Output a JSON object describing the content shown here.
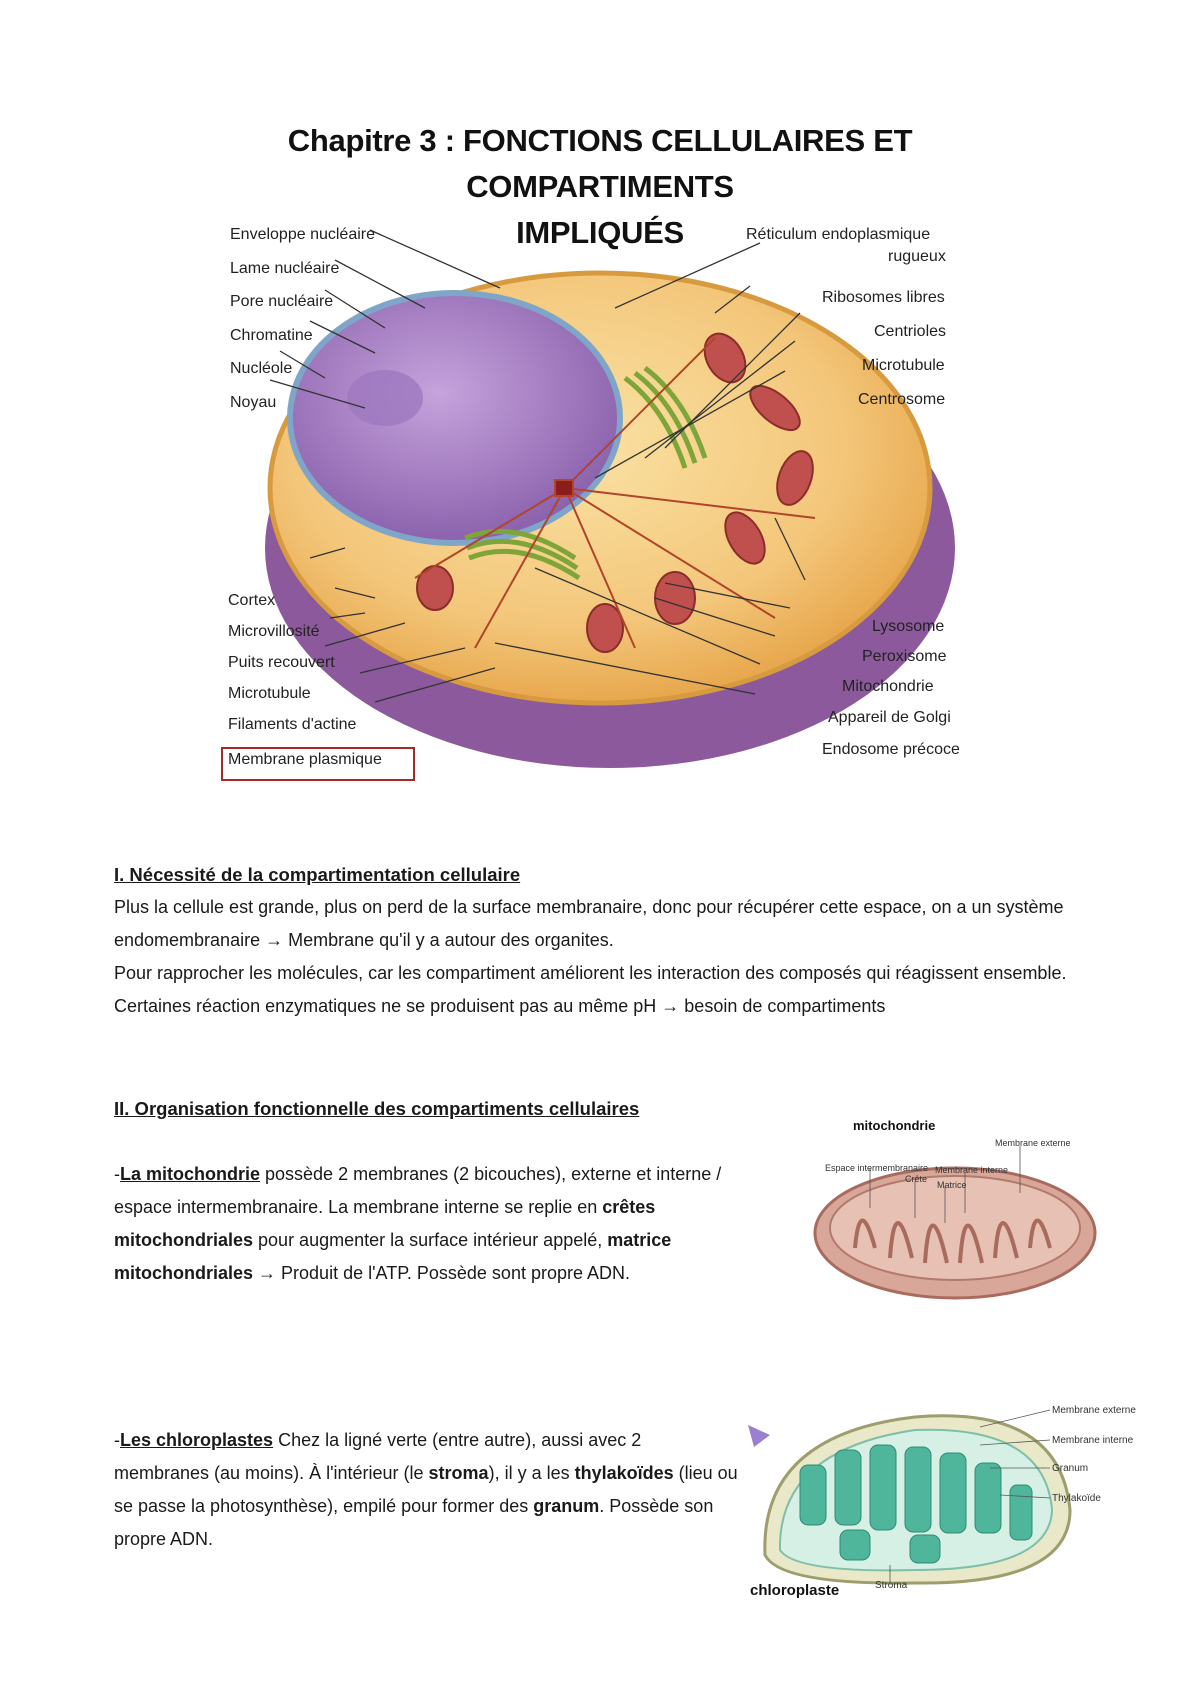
{
  "title": {
    "line1": "Chapitre 3 : FONCTIONS CELLULAIRES ET COMPARTIMENTS",
    "line2": "IMPLIQUÉS"
  },
  "cell_labels": {
    "left": [
      "Enveloppe nucléaire",
      "Lame nucléaire",
      "Pore nucléaire",
      "Chromatine",
      "Nucléole",
      "Noyau"
    ],
    "left_bottom": [
      "Cortex",
      "Microvillosité",
      "Puits recouvert",
      "Microtubule",
      "Filaments d'actine",
      "Membrane plasmique"
    ],
    "right_top_1": "Réticulum endoplasmique",
    "right_top_2": "rugueux",
    "right_top": [
      "Ribosomes libres",
      "Centrioles",
      "Microtubule",
      "Centrosome"
    ],
    "right_bottom": [
      "Lysosome",
      "Peroxisome",
      "Mitochondrie",
      "Appareil de Golgi",
      "Endosome précoce"
    ]
  },
  "section1": {
    "heading": "I. Nécessité de la compartimentation cellulaire",
    "p1": "Plus la cellule est grande, plus on perd de la surface membranaire, donc pour récupérer cette espace, on a un système endomembranaire → Membrane qu'il y a autour des organites.",
    "p2": "Pour rapprocher les molécules, car les compartiment améliorent les interaction des composés qui réagissent ensemble.",
    "p3": "Certaines réaction enzymatiques ne se produisent pas au même pH → besoin de compartiments"
  },
  "section2": {
    "heading": "II. Organisation fonctionnelle des compartiments cellulaires",
    "mito": {
      "dash": "-",
      "name": "La mitochondrie",
      "t1": " possède 2 membranes (2 bicouches), externe et interne / espace intermembranaire. La membrane interne se replie en ",
      "b1": "crêtes mitochondriales",
      "t2": " pour augmenter la surface intérieur appelé, ",
      "b2": "matrice mitochondriales",
      "t3": " → Produit de l'ATP. Possède sont propre ADN."
    },
    "chloro": {
      "dash": "-",
      "name": "Les chloroplastes",
      "t1": " Chez la ligné verte (entre autre), aussi avec 2 membranes (au moins). À l'intérieur (le ",
      "b1": "stroma",
      "t2": "), il y a les ",
      "b2": "thylakoïdes",
      "t3": " (lieu ou se passe la photosynthèse), empilé pour former des ",
      "b3": "granum",
      "t4": ". Possède son propre ADN."
    }
  },
  "mito_figure": {
    "caption": "mitochondrie",
    "labels": [
      "Membrane externe",
      "Espace intermembranaire",
      "Membrane interne",
      "Crête",
      "Matrice"
    ]
  },
  "chloro_figure": {
    "caption": "chloroplaste",
    "labels": [
      "Membrane externe",
      "Membrane interne",
      "Granum",
      "Thylakoïde",
      "Stroma"
    ]
  },
  "colors": {
    "membrane_box": "#a52a2a",
    "nucleus": "#a77bc4",
    "cytoplasm": "#f3c67a",
    "cell_base": "#8c5a9c",
    "mitochondria": "#c0504d",
    "golgi": "#7ea53a",
    "chloroplast": "#4fb59b"
  }
}
